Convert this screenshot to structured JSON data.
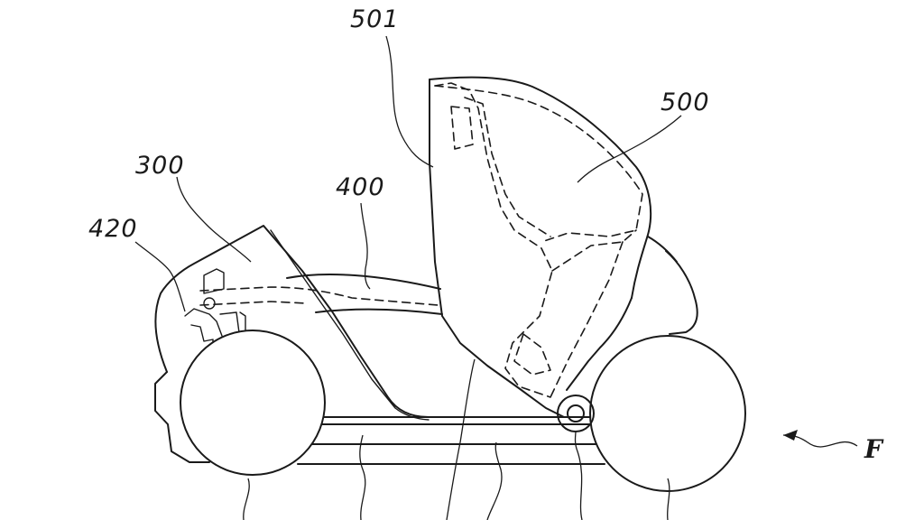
{
  "labels": {
    "ref_501": "501",
    "ref_500": "500",
    "ref_300": "300",
    "ref_400": "400",
    "ref_420": "420",
    "direction": "F"
  }
}
